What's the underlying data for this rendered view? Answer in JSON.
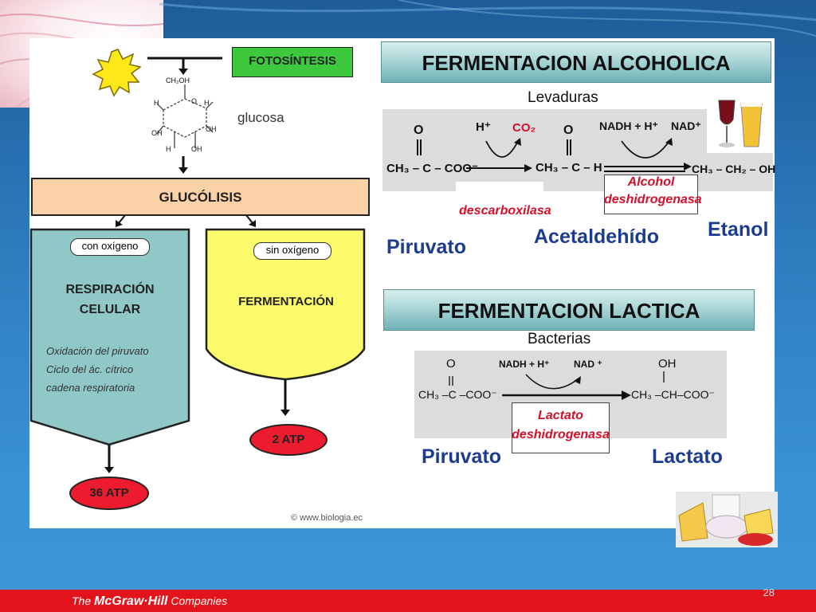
{
  "left_flow": {
    "fotosintesis": "FOTOSÍNTESIS",
    "glucosa": "glucosa",
    "glucolisis": "GLUCÓLISIS",
    "con_oxigeno": "con oxígeno",
    "sin_oxigeno": "sin oxígeno",
    "respiracion_line1": "RESPIRACIÓN",
    "respiracion_line2": "CELULAR",
    "respiracion_steps": [
      "Oxidación del piruvato",
      "Ciclo del ác. cítrico",
      "cadena respiratoria"
    ],
    "fermentacion": "FERMENTACIÓN",
    "atp_36": "36 ATP",
    "atp_2": "2 ATP",
    "credit": "© www.biologia.ec",
    "glucose_atoms": {
      "ch2oh": "CH₂OH",
      "h": "H",
      "oh": "OH",
      "o": "O"
    }
  },
  "alcoholica": {
    "title": "FERMENTACION ALCOHOLICA",
    "organism": "Levaduras",
    "o_label": "O",
    "pyruvate_formula": "CH₃ – C – COO⁻",
    "h_plus": "H⁺",
    "co2": "CO₂",
    "acetaldehyde_formula": "CH₃ – C – H",
    "nadh_1": "NADH",
    "nadh_2": "+ H⁺",
    "nad": "NAD⁺",
    "ethanol_formula": "CH₃ – CH₂ – OH",
    "enzyme1": "descarboxilasa",
    "enzyme2_line1": "Alcohol",
    "enzyme2_line2": "deshidrogenasa",
    "name_piruvato": "Piruvato",
    "name_acetaldehido": "Acetaldehído",
    "name_etanol": "Etanol"
  },
  "lactica": {
    "title": "FERMENTACION LACTICA",
    "organism": "Bacterias",
    "o_label": "O",
    "oh_label": "OH",
    "pyruvate_formula": "CH₃ –C –COO⁻",
    "nadh_1": "NADH",
    "nadh_2": "+ H⁺",
    "nad": "NAD ⁺",
    "lactate_formula": "CH₃ –CH–COO⁻",
    "enzyme_line1": "Lactato",
    "enzyme_line2": "deshidrogenasa",
    "name_piruvato": "Piruvato",
    "name_lactato": "Lactato"
  },
  "footer": {
    "brand_the": "The",
    "brand_name": "McGraw·Hill",
    "brand_companies": "Companies",
    "page_number": "28"
  },
  "colors": {
    "fotosintesis_box": "#3ec83e",
    "glucolisis_box": "#fbd2a8",
    "respiracion_shape": "#8fc8c6",
    "fermentacion_shape": "#fbfb6b",
    "atp_red": "#ec1c2e",
    "title_teal": "#6fb2b6",
    "name_blue": "#1c3d8f",
    "enzyme_red": "#d40f2a",
    "footer_red": "#e3131b"
  }
}
